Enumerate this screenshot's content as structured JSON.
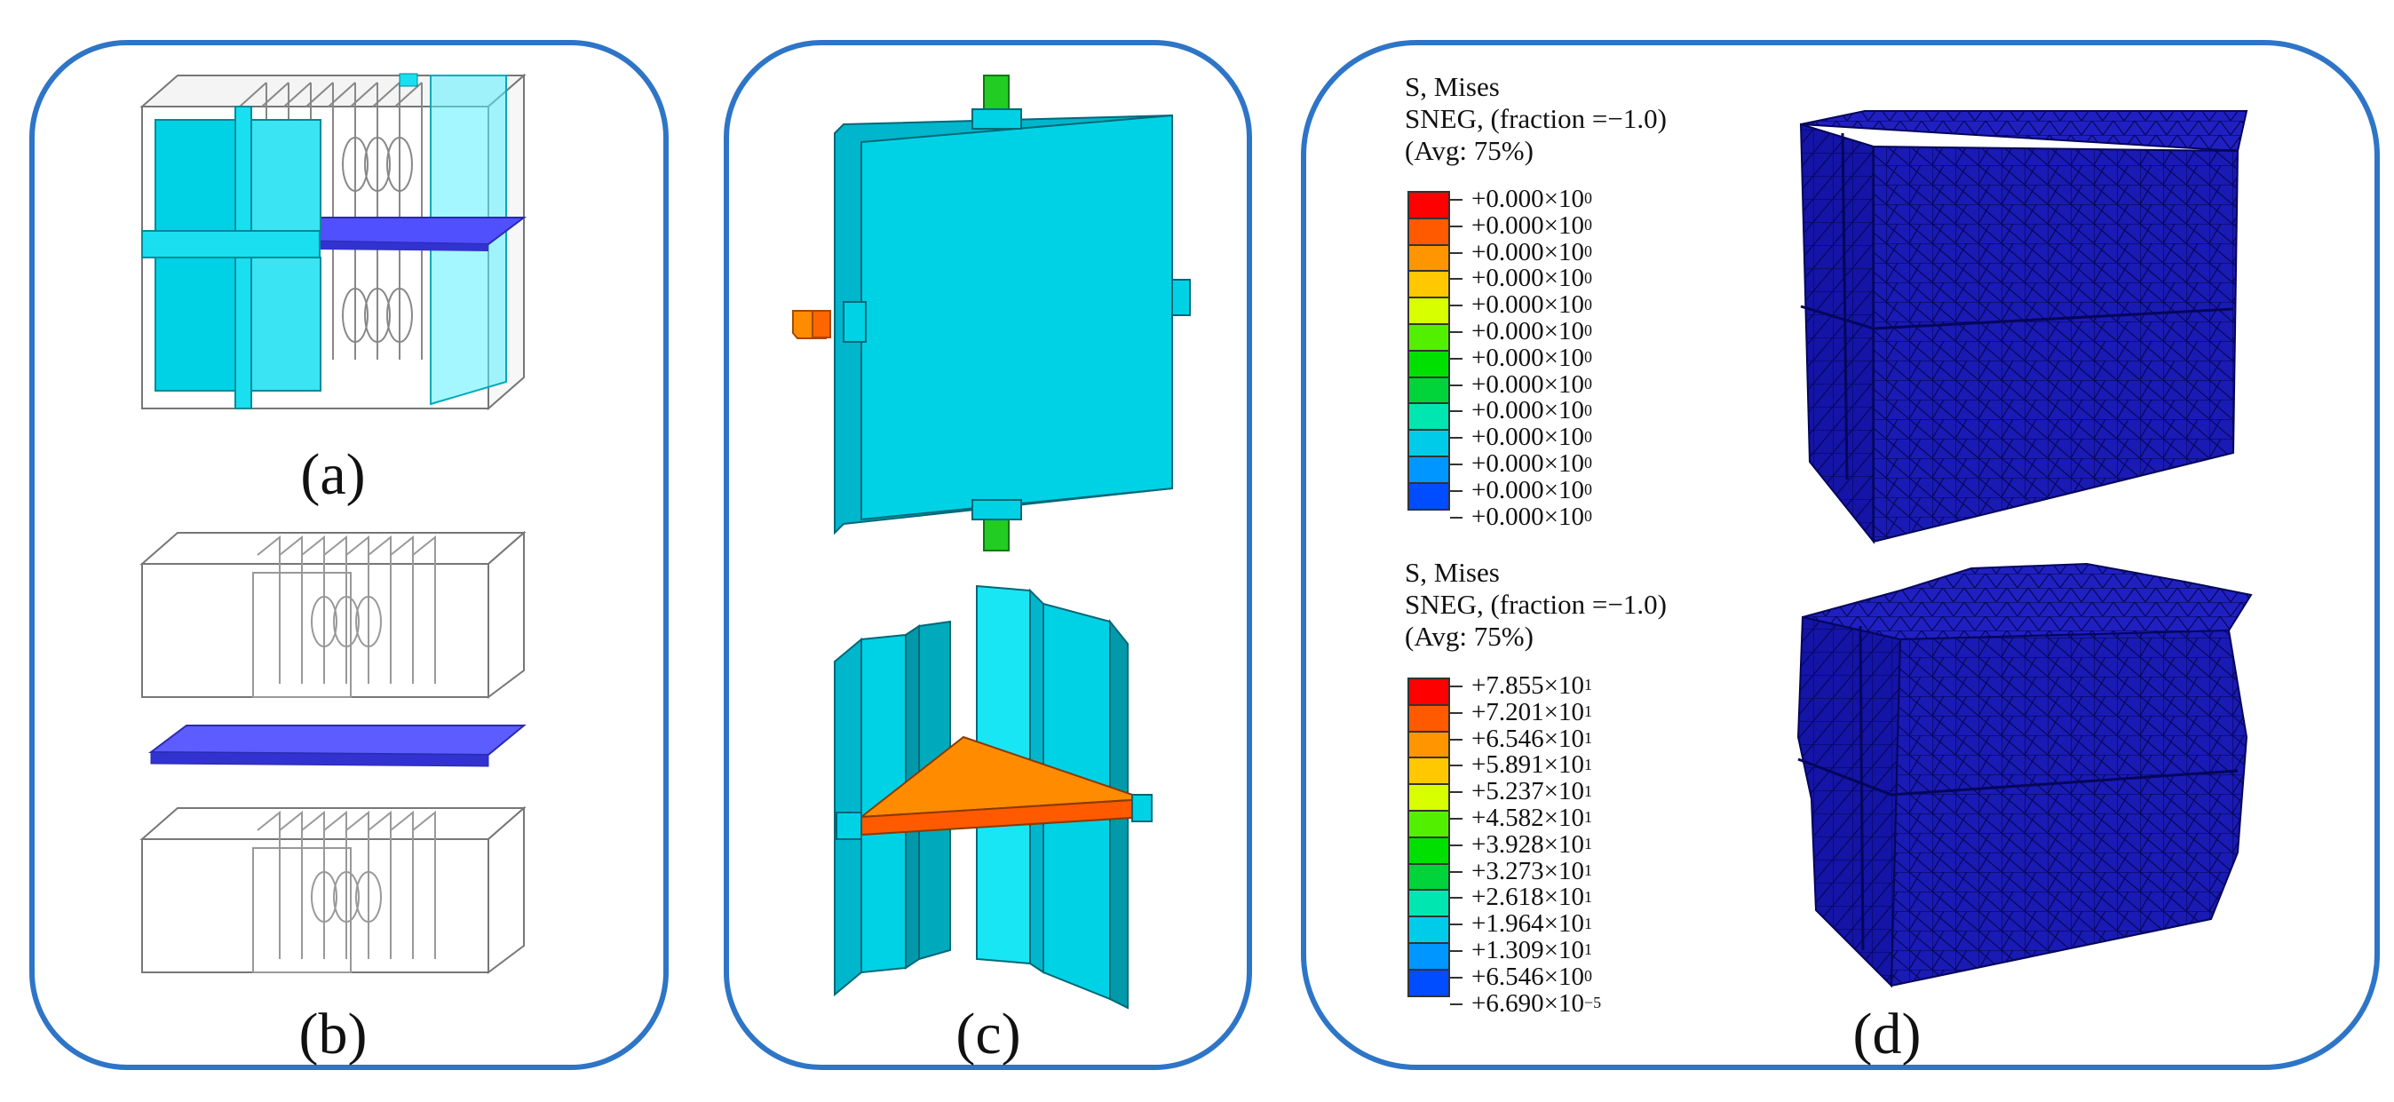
{
  "panels": {
    "a": {
      "caption": "(a)"
    },
    "b": {
      "caption": "(b)"
    },
    "c": {
      "caption": "(c)"
    },
    "d": {
      "caption": "(d)"
    }
  },
  "legend_top": {
    "title": "S, Mises",
    "subtitle": "SNEG, (fraction =−1.0)",
    "avg": "(Avg: 75%)",
    "entries": [
      {
        "mant": "+0.000×10",
        "exp": "0"
      },
      {
        "mant": "+0.000×10",
        "exp": "0"
      },
      {
        "mant": "+0.000×10",
        "exp": "0"
      },
      {
        "mant": "+0.000×10",
        "exp": "0"
      },
      {
        "mant": "+0.000×10",
        "exp": "0"
      },
      {
        "mant": "+0.000×10",
        "exp": "0"
      },
      {
        "mant": "+0.000×10",
        "exp": "0"
      },
      {
        "mant": "+0.000×10",
        "exp": "0"
      },
      {
        "mant": "+0.000×10",
        "exp": "0"
      },
      {
        "mant": "+0.000×10",
        "exp": "0"
      },
      {
        "mant": "+0.000×10",
        "exp": "0"
      },
      {
        "mant": "+0.000×10",
        "exp": "0"
      },
      {
        "mant": "+0.000×10",
        "exp": "0"
      }
    ]
  },
  "legend_bottom": {
    "title": "S, Mises",
    "subtitle": "SNEG, (fraction =−1.0)",
    "avg": "(Avg: 75%)",
    "entries": [
      {
        "mant": "+7.855×10",
        "exp": "1"
      },
      {
        "mant": "+7.201×10",
        "exp": "1"
      },
      {
        "mant": "+6.546×10",
        "exp": "1"
      },
      {
        "mant": "+5.891×10",
        "exp": "1"
      },
      {
        "mant": "+5.237×10",
        "exp": "1"
      },
      {
        "mant": "+4.582×10",
        "exp": "1"
      },
      {
        "mant": "+3.928×10",
        "exp": "1"
      },
      {
        "mant": "+3.273×10",
        "exp": "1"
      },
      {
        "mant": "+2.618×10",
        "exp": "1"
      },
      {
        "mant": "+1.964×10",
        "exp": "1"
      },
      {
        "mant": "+1.309×10",
        "exp": "1"
      },
      {
        "mant": "+6.546×10",
        "exp": "0"
      },
      {
        "mant": "+6.690×10",
        "exp": "−5"
      }
    ]
  },
  "colormap": [
    "#ff0000",
    "#ff5a00",
    "#ff9500",
    "#ffc800",
    "#d7ff00",
    "#52f000",
    "#00e000",
    "#00d43a",
    "#00e6b0",
    "#00ccea",
    "#0096ff",
    "#004cff",
    "#0000ff"
  ],
  "colors": {
    "frame_border": "#2e75c7",
    "cyan_plate": "#00d2e6",
    "cyan_light": "#5af0ff",
    "separator_plate": "#5050ff",
    "green_pin": "#22cc22",
    "orange_block": "#ff8c00",
    "mesh_blue": "#1a1ab4"
  }
}
